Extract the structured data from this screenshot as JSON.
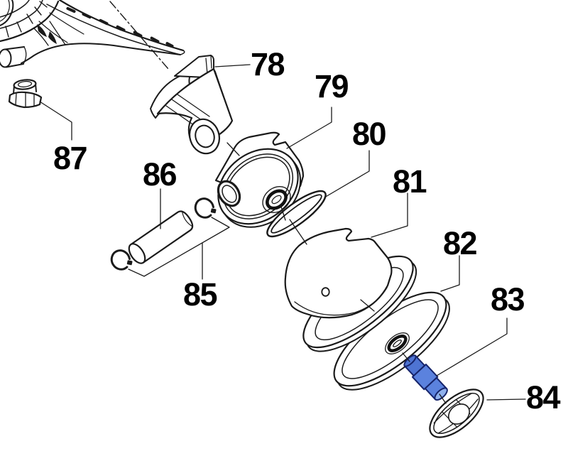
{
  "diagram": {
    "type": "exploded-parts-diagram",
    "background_color": "#ffffff",
    "line_color": "#1a1a1a",
    "highlight_color": "#5b82de",
    "highlighted_part": "83",
    "labels": [
      {
        "part": "78",
        "text": "78"
      },
      {
        "part": "79",
        "text": "79"
      },
      {
        "part": "80",
        "text": "80"
      },
      {
        "part": "81",
        "text": "81"
      },
      {
        "part": "82",
        "text": "82"
      },
      {
        "part": "83",
        "text": "83"
      },
      {
        "part": "84",
        "text": "84"
      },
      {
        "part": "85",
        "text": "85"
      },
      {
        "part": "86",
        "text": "86"
      },
      {
        "part": "87",
        "text": "87"
      }
    ]
  }
}
